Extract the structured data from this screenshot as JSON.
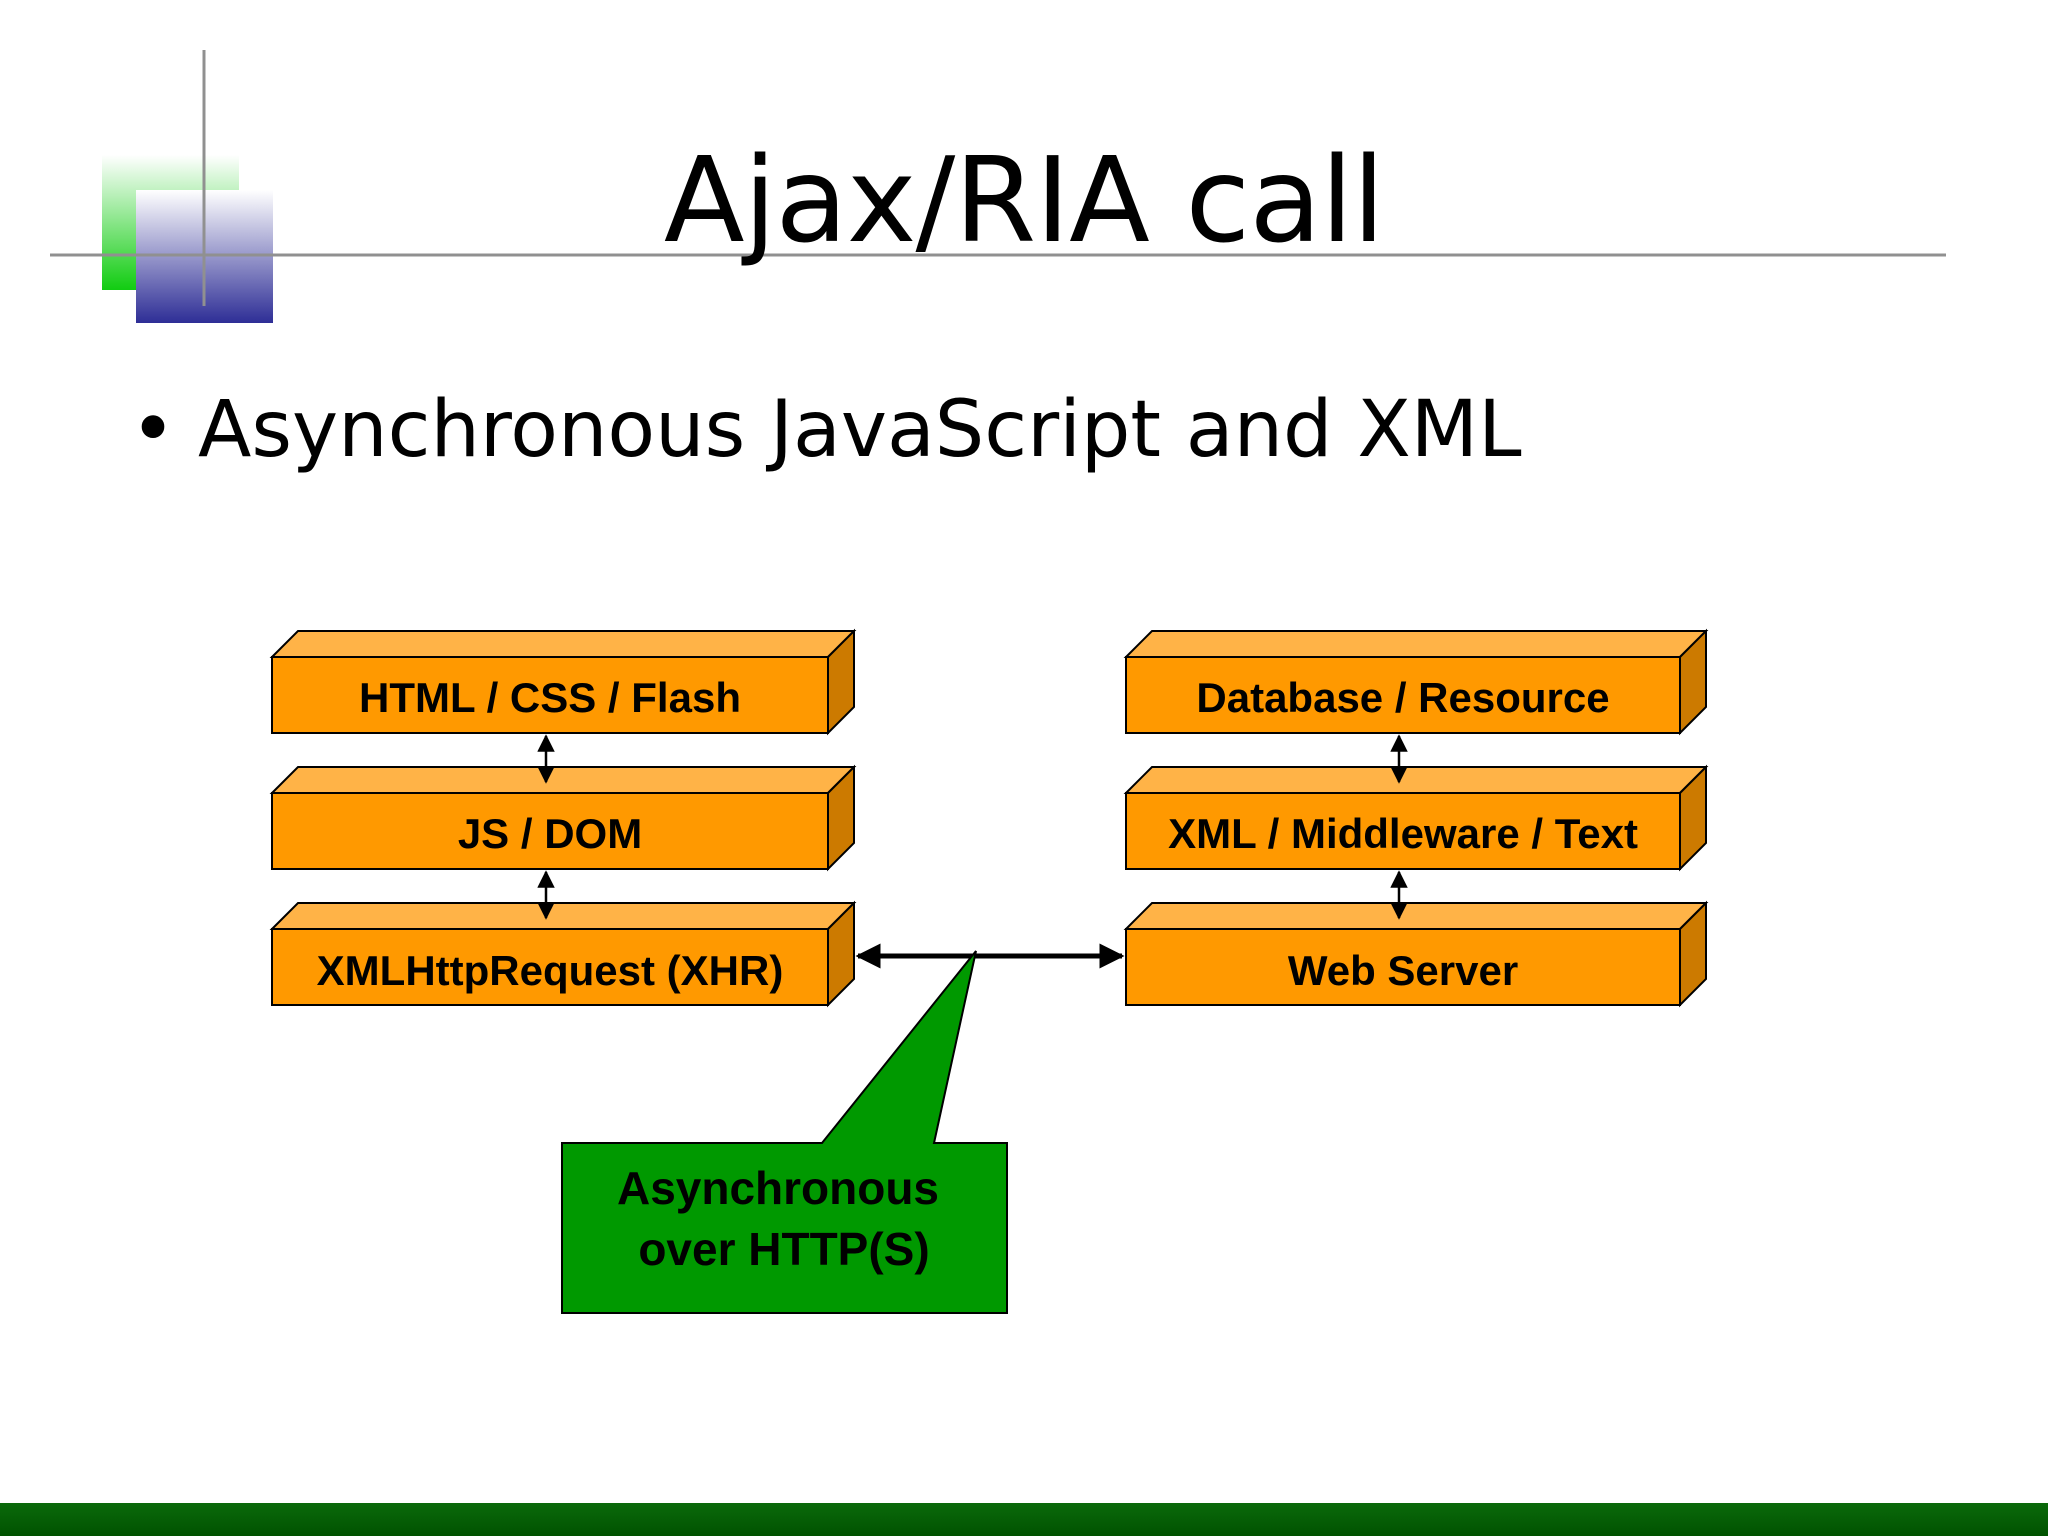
{
  "slide": {
    "title": "Ajax/RIA call",
    "bullet": "Asynchronous JavaScript and XML"
  },
  "diagram": {
    "client_stack": [
      "HTML / CSS / Flash",
      "JS / DOM",
      "XMLHttpRequest (XHR)"
    ],
    "server_stack": [
      "Database / Resource",
      "XML / Middleware / Text",
      "Web Server"
    ],
    "callout": [
      "Asynchronous",
      "over HTTP(S)"
    ]
  },
  "colors": {
    "box_front": "#FF9900",
    "box_top": "#FFB347",
    "box_side": "#CC7A00",
    "callout_fill": "#009900",
    "footer_bar": "#006600",
    "deco_green": "#22cc22",
    "deco_blue": "#3a3a9a"
  }
}
